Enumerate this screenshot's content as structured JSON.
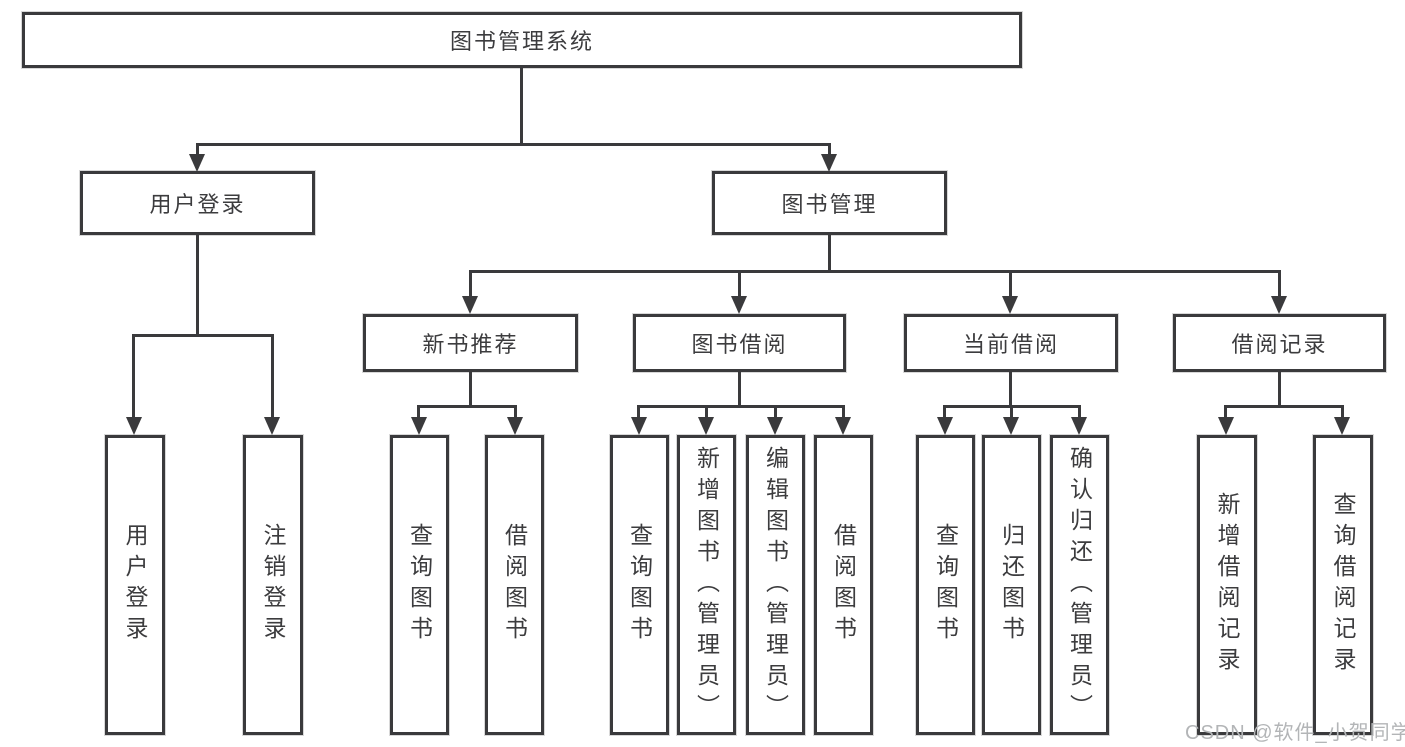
{
  "tree": {
    "root": {
      "label": "图书管理系统"
    },
    "level2": [
      {
        "label": "用户登录"
      },
      {
        "label": "图书管理"
      }
    ],
    "level3": [
      {
        "label": "新书推荐"
      },
      {
        "label": "图书借阅"
      },
      {
        "label": "当前借阅"
      },
      {
        "label": "借阅记录"
      }
    ],
    "leaves": {
      "user_login": [
        "用户登录",
        "注销登录"
      ],
      "new_book": [
        "查询图书",
        "借阅图书"
      ],
      "book_borrow": [
        "查询图书",
        "新增图书（管理员）",
        "编辑图书（管理员）",
        "借阅图书"
      ],
      "current_borrow": [
        "查询图书",
        "归还图书",
        "确认归还（管理员）"
      ],
      "borrow_record": [
        "新增借阅记录",
        "查询借阅记录"
      ]
    }
  },
  "watermark": "CSDN @软件_小贺同学",
  "colors": {
    "line": "#3a3a3c",
    "text": "#3c3c3e",
    "background": "#ffffff",
    "watermark": "#b3b5b7"
  }
}
